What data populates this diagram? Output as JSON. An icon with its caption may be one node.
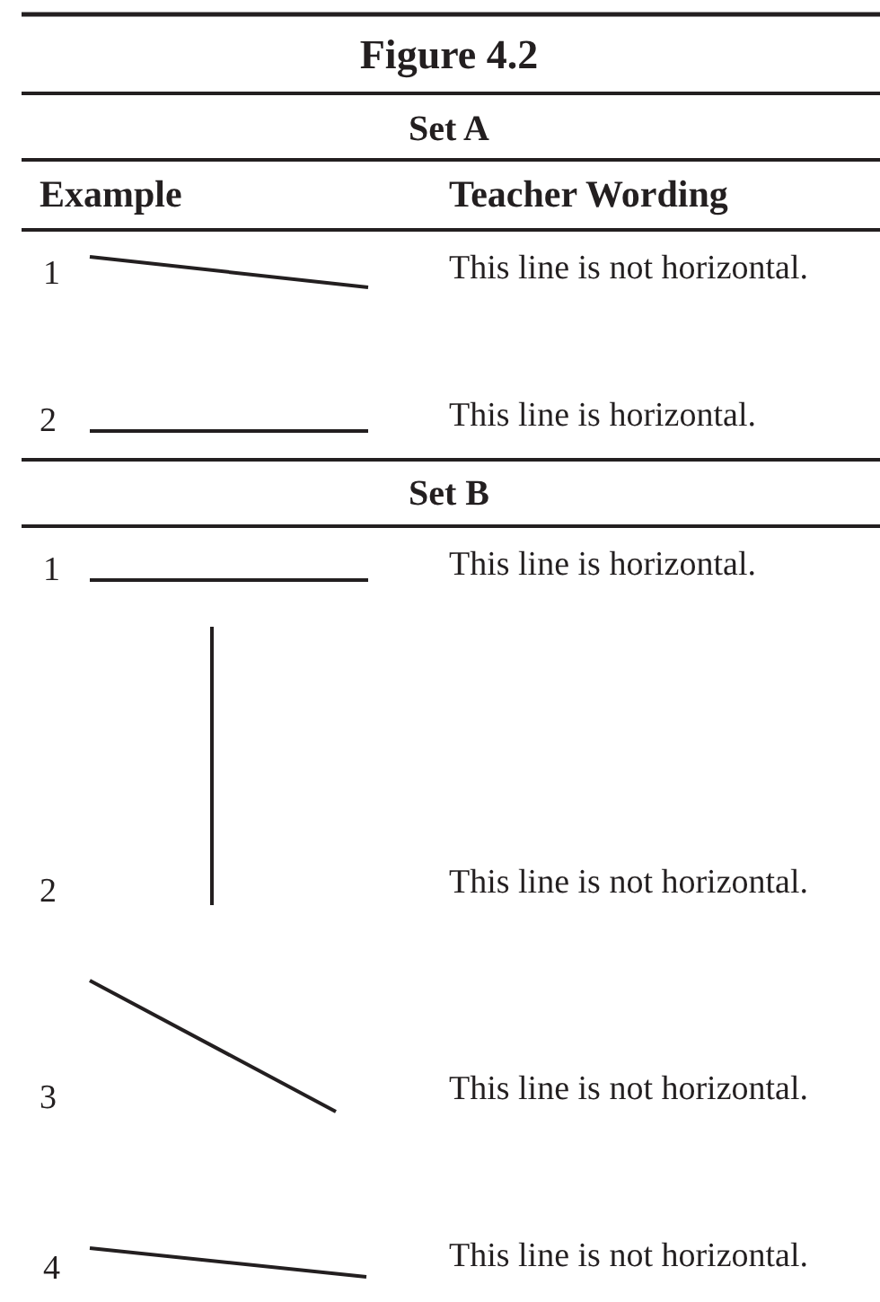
{
  "diagram": {
    "title": "Figure 4.2",
    "labels": [
      "Set A",
      "Example",
      "Teacher Wording",
      "1",
      "This line is not horizontal.",
      "2",
      "This line is horizontal.",
      "Set B",
      "1",
      "This line is horizontal.",
      "2",
      "This line is not horizontal.",
      "3",
      "This line is not horizontal.",
      "4",
      "This line is not horizontal."
    ]
  }
}
